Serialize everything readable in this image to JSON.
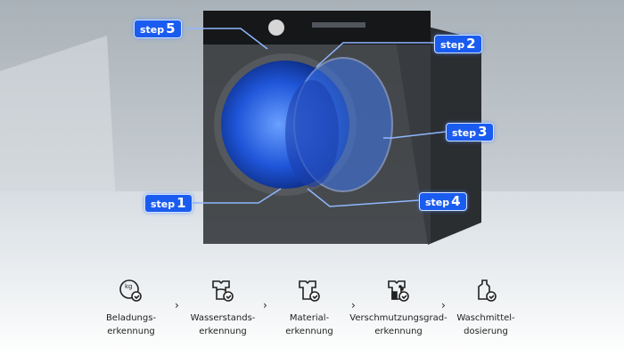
{
  "steps": [
    {
      "word": "step",
      "num": "5"
    },
    {
      "word": "step",
      "num": "2"
    },
    {
      "word": "step",
      "num": "3"
    },
    {
      "word": "step",
      "num": "1"
    },
    {
      "word": "step",
      "num": "4"
    }
  ],
  "features": [
    {
      "icon": "weight-kg-icon",
      "kg": "kg",
      "line1": "Beladungs-",
      "line2": "erkennung"
    },
    {
      "icon": "water-level-shirt-icon",
      "line1": "Wasserstands-",
      "line2": "erkennung"
    },
    {
      "icon": "fabric-shirt-icon",
      "line1": "Material-",
      "line2": "erkennung"
    },
    {
      "icon": "soil-level-shirt-icon",
      "line1": "Verschmutzungsgrad-",
      "line2": "erkennung"
    },
    {
      "icon": "detergent-bottle-icon",
      "line1": "Waschmittel-",
      "line2": "dosierung"
    }
  ],
  "separator": "›",
  "colors": {
    "accent": "#1b5cf0",
    "drum": "#1f55d8"
  }
}
